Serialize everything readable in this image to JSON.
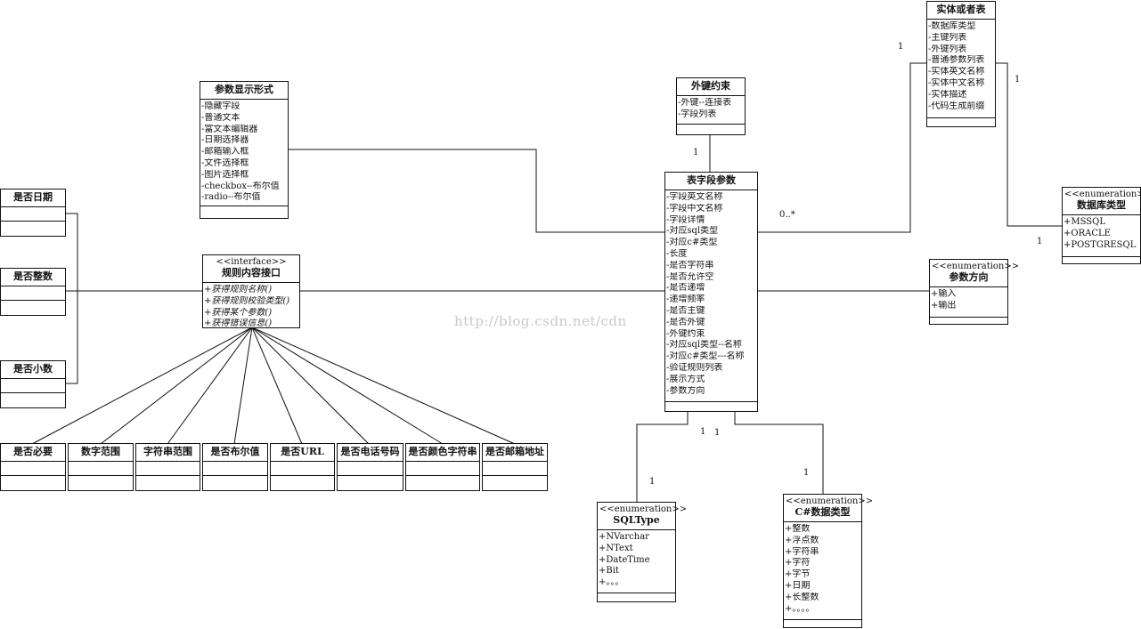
{
  "watermark": "http://blog.csdn.net/cdn",
  "classes": {
    "param_display": {
      "title": "参数显示形式",
      "attrs": [
        "-隐藏字段",
        "-普通文本",
        "-富文本编辑器",
        "-日期选择器",
        "-邮箱输入框",
        "-文件选择框",
        "-图片选择框",
        "-checkbox--布尔值",
        "-radio--布尔值"
      ]
    },
    "fk_constraint": {
      "title": "外键约束",
      "attrs": [
        "-外键--连接表",
        "-字段列表"
      ]
    },
    "entity_table": {
      "title": "实体或者表",
      "attrs": [
        "-数据库类型",
        "-主键列表",
        "-外键列表",
        "-普通参数列表",
        "-实体英文名称",
        "-实体中文名称",
        "-实体描述",
        "-代码生成前缀"
      ]
    },
    "db_type": {
      "stereotype": "<<enumeration>>",
      "title": "数据库类型",
      "attrs": [
        "+MSSQL",
        "+ORACLE",
        "+POSTGRESQL"
      ]
    },
    "field_param": {
      "title": "表字段参数",
      "attrs": [
        "-字段英文名称",
        "-字段中文名称",
        "-字段详情",
        "-对应sql类型",
        "-对应c#类型",
        "-长度",
        "-是否字符串",
        "-是否允许空",
        "-是否递增",
        "-递增频率",
        "-是否主键",
        "-是否外键",
        "-外键约束",
        "-对应sql类型--名称",
        "-对应c#类型---名称",
        "-验证规则列表",
        "-展示方式",
        "-参数方向"
      ]
    },
    "param_direction": {
      "stereotype": "<<enumeration>>",
      "title": "参数方向",
      "attrs": [
        "+输入",
        "+输出"
      ]
    },
    "rule_interface": {
      "stereotype": "<<interface>>",
      "title": "规则内容接口",
      "attrs": [
        "+获得规则名称()",
        "+获得规则校验类型()",
        "+获得某个参数()",
        "+获得错误信息()"
      ]
    },
    "is_date": {
      "title": "是否日期"
    },
    "is_integer": {
      "title": "是否整数"
    },
    "is_decimal": {
      "title": "是否小数"
    },
    "is_required": {
      "title": "是否必要"
    },
    "num_range": {
      "title": "数字范围"
    },
    "str_range": {
      "title": "字符串范围"
    },
    "is_bool": {
      "title": "是否布尔值"
    },
    "is_url": {
      "title": "是否URL"
    },
    "is_phone": {
      "title": "是否电话号码"
    },
    "is_color": {
      "title": "是否颜色字符串"
    },
    "is_email": {
      "title": "是否邮箱地址"
    },
    "sql_type": {
      "stereotype": "<<enumeration>>",
      "title": "SQLType",
      "attrs": [
        "+NVarchar",
        "+NText",
        "+DateTime",
        "+Bit",
        "+。。。"
      ]
    },
    "cs_type": {
      "stereotype": "<<enumeration>>",
      "title": "C#数据类型",
      "attrs": [
        "+整数",
        "+浮点数",
        "+字符串",
        "+字符",
        "+字节",
        "+日期",
        "+长整数",
        "+。。。。"
      ]
    }
  },
  "multiplicities": {
    "fk_to_field": "1",
    "entity_near": "1",
    "entity_right": "1",
    "field_to_entity": "0..*",
    "db_type_near": "1",
    "field_sql": "1",
    "field_cs": "1",
    "sql_near": "1",
    "cs_near": "1"
  }
}
